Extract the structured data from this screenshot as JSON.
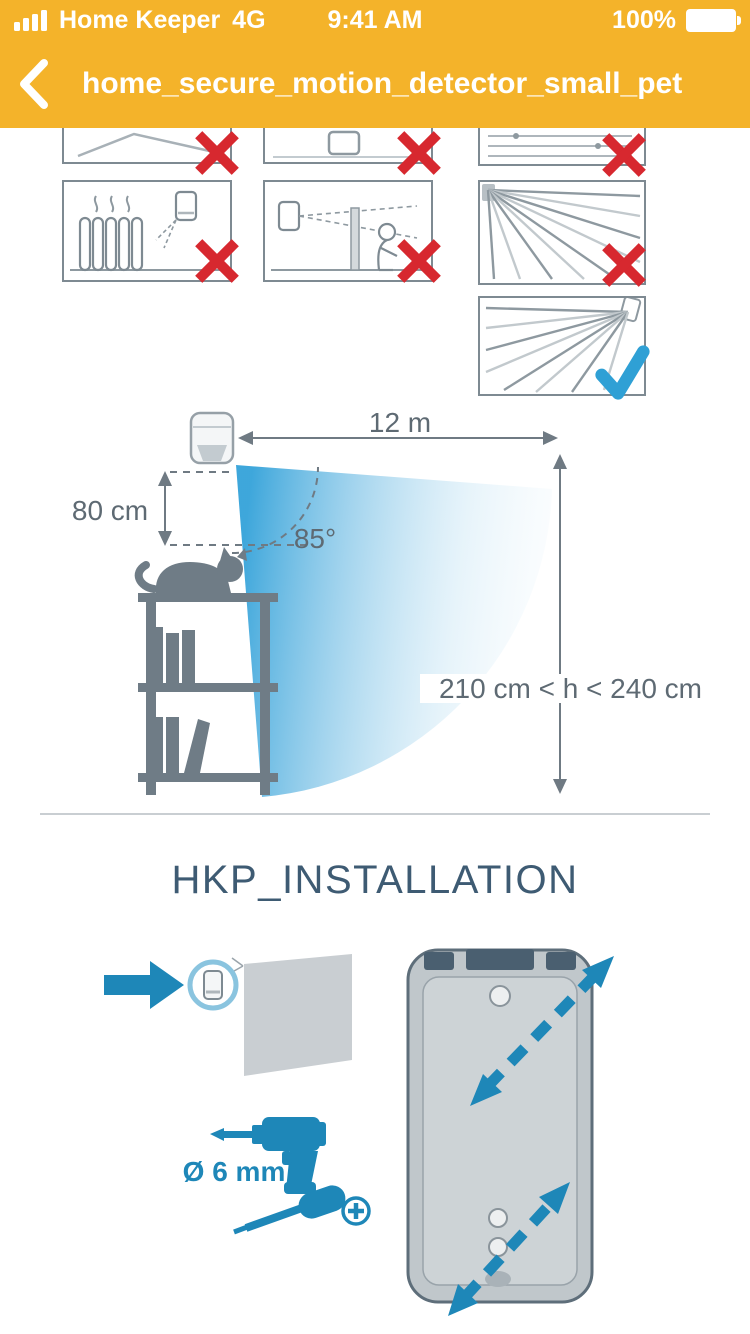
{
  "status_bar": {
    "carrier": "Home Keeper",
    "network": "4G",
    "time": "9:41 AM",
    "battery_percent": "100%"
  },
  "nav_bar": {
    "title": "home_secure_motion_detector_small_pet"
  },
  "placement_diagram": {
    "detection_range": "12 m",
    "pet_clearance_height": "80 cm",
    "detection_angle": "85°",
    "mounting_height_range": "210 cm < h < 240 cm"
  },
  "installation_section": {
    "heading": "HKP_INSTALLATION",
    "drill_hole_diameter": "Ø 6 mm"
  },
  "icons": {
    "back": "chevron-left",
    "signal": "cellular-bars-4",
    "battery": "battery-full",
    "forbidden_mark": "cross",
    "allowed_mark": "check"
  },
  "colors": {
    "brand_yellow": "#f4b32a",
    "forbidden_red": "#d7282f",
    "allowed_blue": "#2fa0d5",
    "tool_blue": "#1e87b8",
    "diagram_gray": "#6f7c86",
    "dimension_gray": "#5e6a73",
    "heading_color": "#3e5b73"
  }
}
